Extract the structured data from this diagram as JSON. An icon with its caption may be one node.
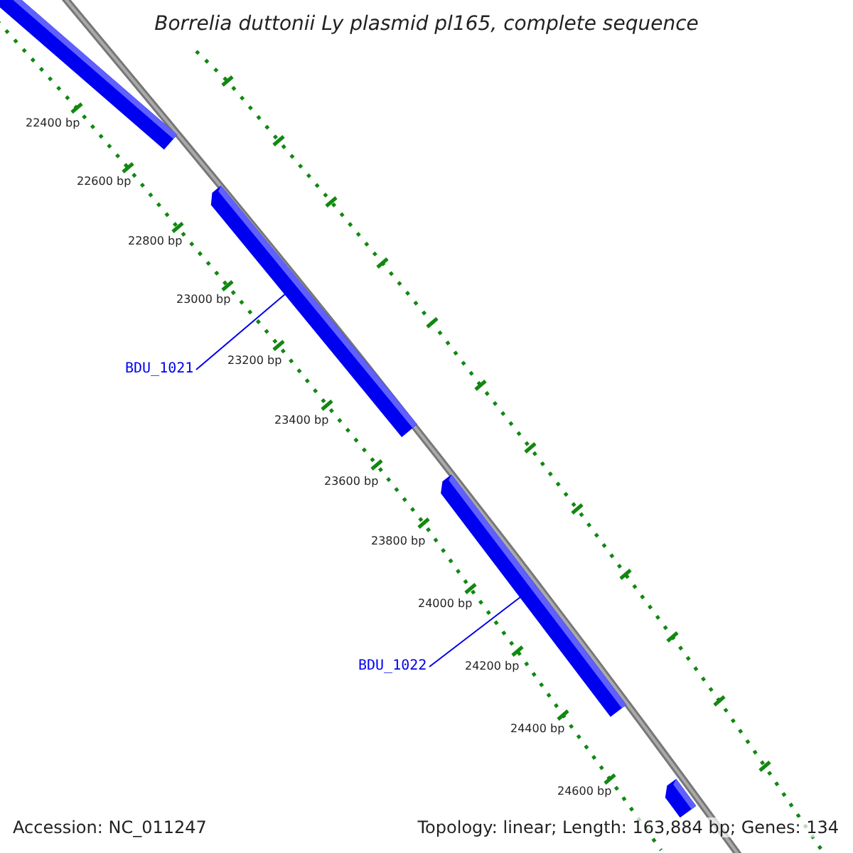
{
  "diagram": {
    "title": "Borrelia duttonii Ly plasmid pl165, complete sequence",
    "nodes": [
      {
        "text": [],
        "shape": "bar"
      },
      {
        "text": [
          "BDU_1021"
        ]
      },
      {
        "text": [],
        "shape": "bar"
      },
      {
        "text": [
          "BDU_1022"
        ]
      },
      {
        "text": [],
        "shape": "bar"
      },
      {
        "text": [],
        "shape": "bar"
      }
    ],
    "edges": [
      {
        "from": 1,
        "to": 2,
        "arrow": "none"
      },
      {
        "from": 3,
        "to": 4,
        "arrow": "none"
      }
    ],
    "labels": [
      "22400 bp",
      "22600 bp",
      "22800 bp",
      "23000 bp",
      "23200 bp",
      "23400 bp",
      "23600 bp",
      "23800 bp",
      "24000 bp",
      "24200 bp",
      "24400 bp",
      "24600 bp",
      "Accession: NC_011247",
      "Topology: linear; Length: 163,884 bp; Genes: 134"
    ]
  }
}
